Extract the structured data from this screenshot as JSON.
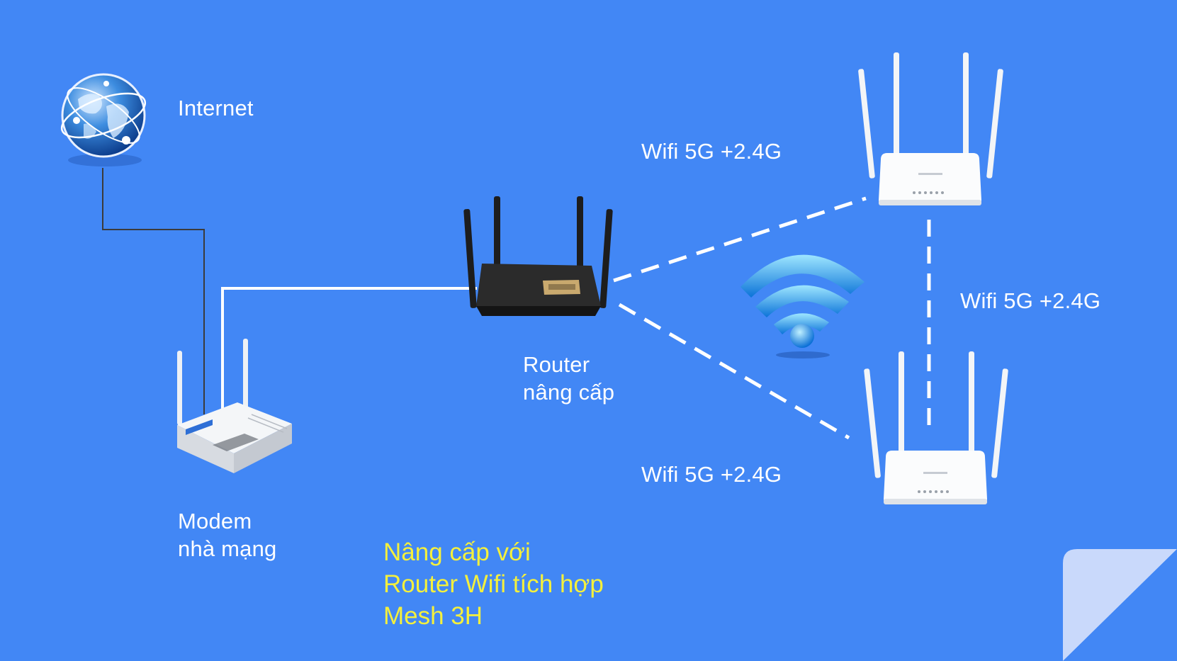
{
  "colors": {
    "background": "#4287f5",
    "label_text": "#ffffff",
    "caption_text": "#f4f03c",
    "corner_accent": "#c9d9fb"
  },
  "labels": {
    "internet": "Internet",
    "modem": [
      "Modem",
      "nhà mạng"
    ],
    "router": [
      "Router",
      "nâng cấp"
    ],
    "link_top": "Wifi 5G +2.4G",
    "link_bottom": "Wifi 5G +2.4G",
    "link_mesh": "Wifi 5G +2.4G"
  },
  "caption": [
    "Nâng cấp với",
    "Router Wifi tích hợp",
    "Mesh 3H"
  ],
  "icons": [
    "globe-icon",
    "modem-device-icon",
    "router-device-icon",
    "wifi-signal-icon",
    "mesh-node-icon",
    "mesh-node-icon"
  ]
}
